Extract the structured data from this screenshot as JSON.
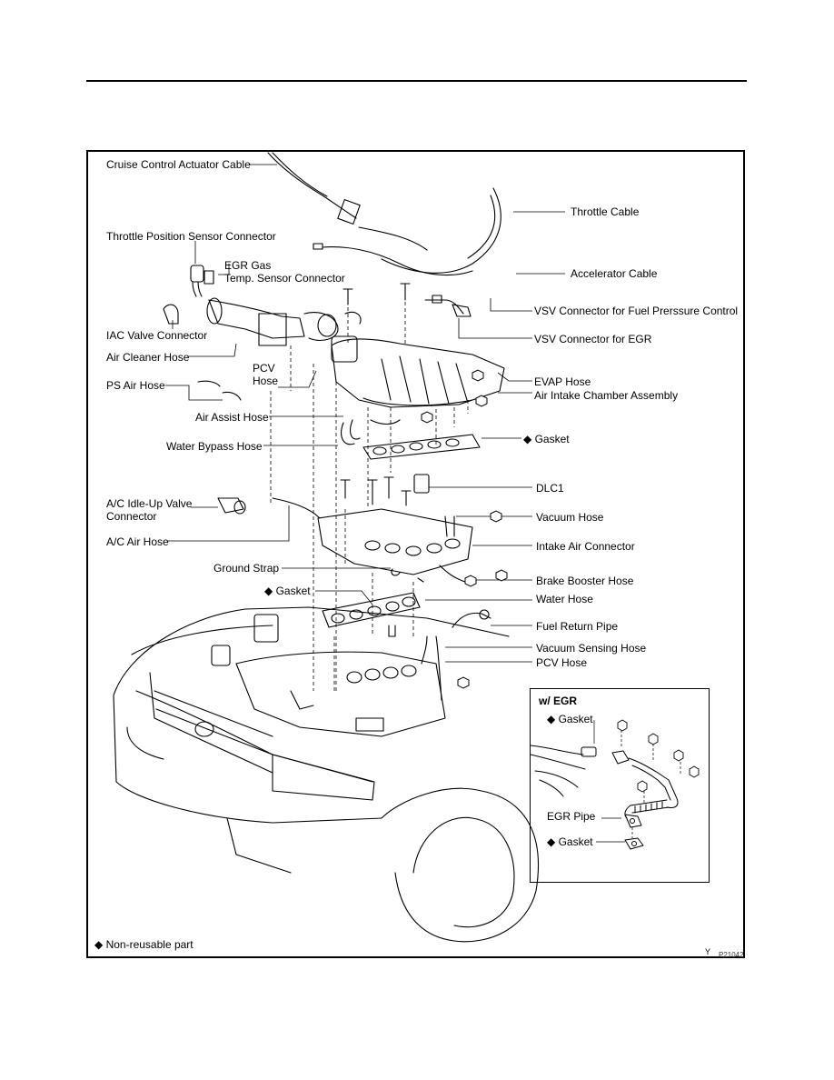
{
  "figure": {
    "labels": {
      "cruise_cable": "Cruise Control Actuator Cable",
      "throttle_cable": "Throttle Cable",
      "tps_connector": "Throttle Position Sensor Connector",
      "egr_gas_temp": "EGR Gas\nTemp. Sensor Connector",
      "accelerator_cable": "Accelerator Cable",
      "vsv_fuel": "VSV Connector for Fuel Prerssure Control",
      "iac_valve": "IAC Valve Connector",
      "vsv_egr": "VSV Connector for EGR",
      "air_cleaner_hose": "Air Cleaner Hose",
      "pcv_hose_upper": "PCV\nHose",
      "evap_hose": "EVAP Hose",
      "ps_air_hose": "PS Air Hose",
      "air_intake_chamber": "Air Intake Chamber Assembly",
      "air_assist_hose": "Air Assist Hose",
      "gasket_upper": "Gasket",
      "water_bypass_hose": "Water Bypass Hose",
      "dlc1": "DLC1",
      "ac_idle_up": "A/C Idle-Up Valve\nConnector",
      "vacuum_hose": "Vacuum Hose",
      "ac_air_hose": "A/C Air Hose",
      "intake_air_connector": "Intake Air Connector",
      "ground_strap": "Ground Strap",
      "brake_booster_hose": "Brake Booster Hose",
      "gasket_middle": "Gasket",
      "water_hose": "Water Hose",
      "fuel_return_pipe": "Fuel Return Pipe",
      "vacuum_sensing_hose": "Vacuum Sensing Hose",
      "pcv_hose_lower": "PCV Hose"
    },
    "inset": {
      "title": "w/ EGR",
      "gasket_top": "Gasket",
      "egr_pipe": "EGR Pipe",
      "gasket_bottom": "Gasket"
    },
    "legend": {
      "symbol": "◆",
      "text": "Non-reusable part"
    },
    "corner_mark": "Y",
    "figure_code": "P21042"
  }
}
